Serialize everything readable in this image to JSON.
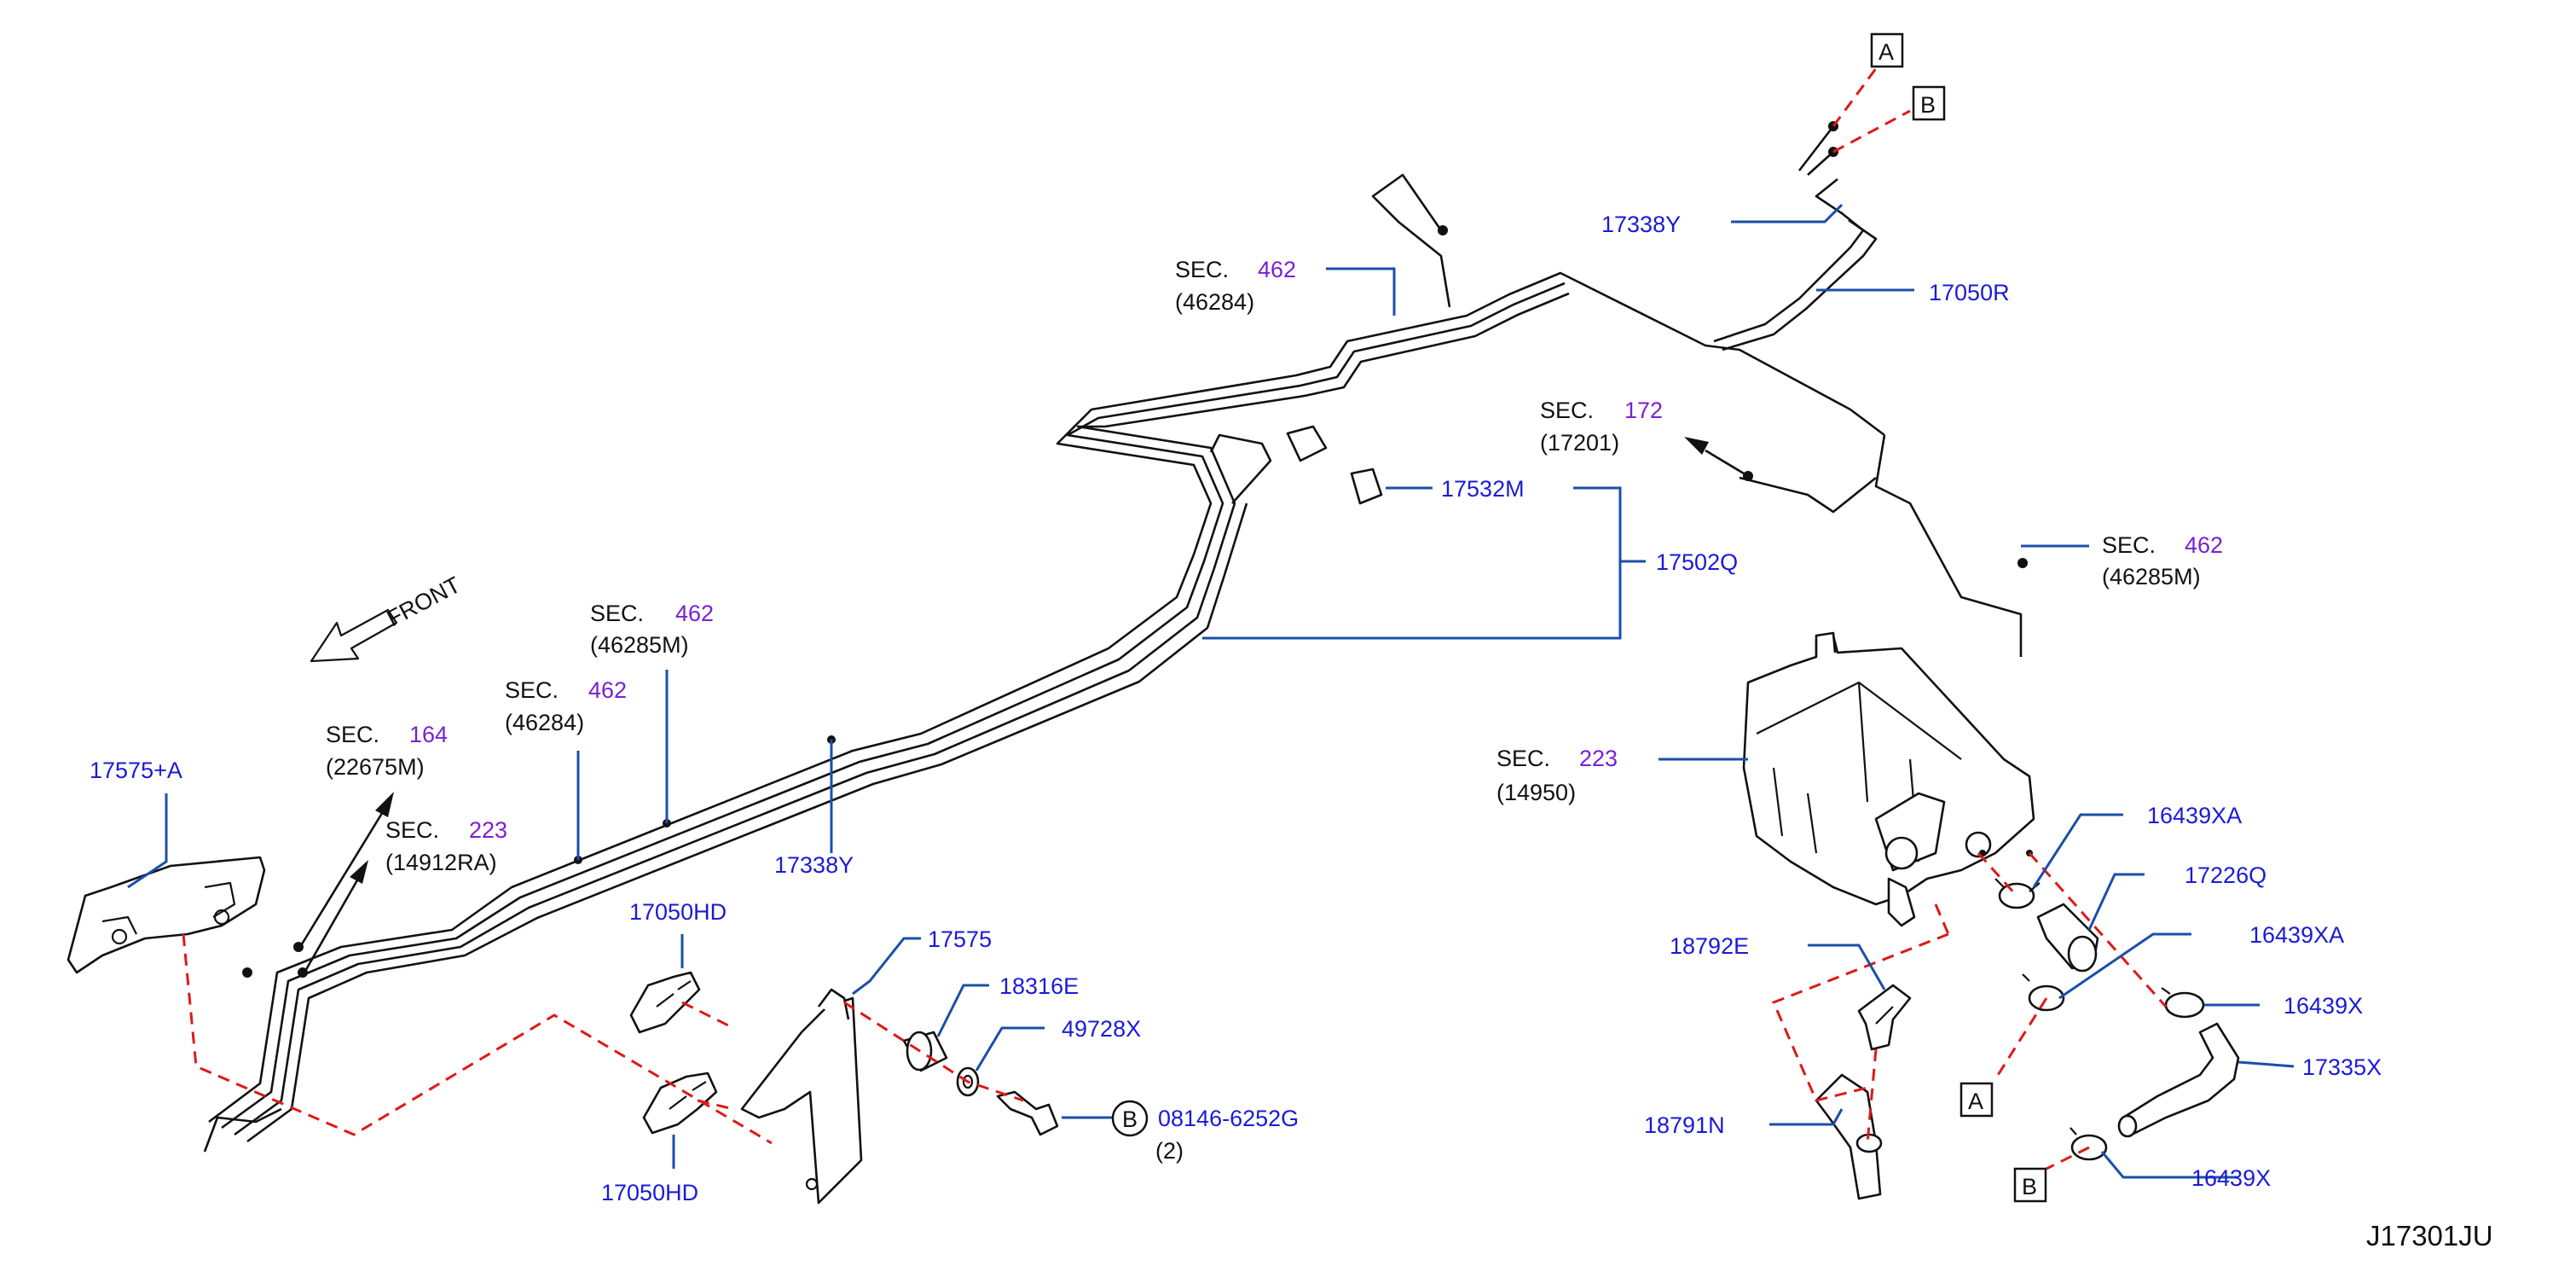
{
  "diagram_id": "J17301JU",
  "front_label": "FRONT",
  "section_refs": [
    {
      "sec": "SEC.",
      "num": "462",
      "sub": "(46284)"
    },
    {
      "sec": "SEC.",
      "num": "172",
      "sub": "(17201)"
    },
    {
      "sec": "SEC.",
      "num": "462",
      "sub": "(46285M)"
    },
    {
      "sec": "SEC.",
      "num": "462",
      "sub": "(46285M)"
    },
    {
      "sec": "SEC.",
      "num": "462",
      "sub": "(46284)"
    },
    {
      "sec": "SEC.",
      "num": "164",
      "sub": "(22675M)"
    },
    {
      "sec": "SEC.",
      "num": "223",
      "sub": "(14912RA)"
    },
    {
      "sec": "SEC.",
      "num": "223",
      "sub": "(14950)"
    }
  ],
  "part_labels": [
    "17338Y",
    "17050R",
    "17532M",
    "17502Q",
    "17338Y",
    "17575+A",
    "17050HD",
    "17575",
    "18316E",
    "49728X",
    "08146-6252G",
    "(2)",
    "17050HD",
    "16439XA",
    "17226Q",
    "16439XA",
    "16439X",
    "17335X",
    "16439X",
    "18792E",
    "18791N"
  ],
  "boxed_refs": [
    "A",
    "B",
    "A",
    "B"
  ],
  "circle_ref": "B",
  "colors": {
    "part_number": "#1a1ad9",
    "section_number": "#7a1fd6",
    "leader": "#1a4fa8",
    "dashed": "#e01818",
    "line_art": "#111111"
  }
}
